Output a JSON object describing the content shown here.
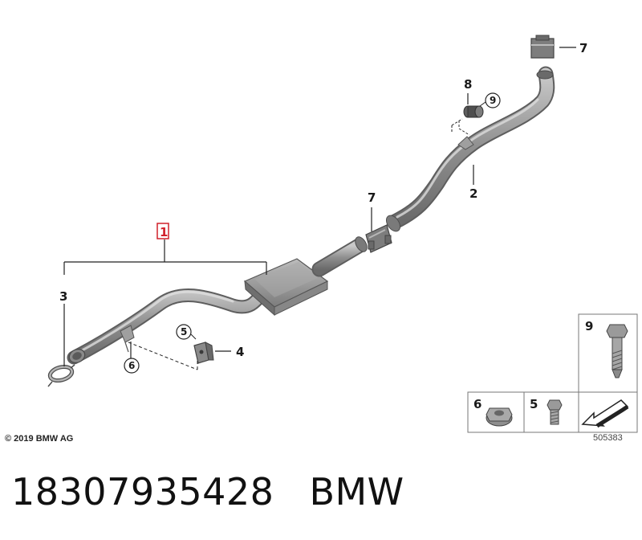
{
  "labels": {
    "part_1": "1",
    "part_2": "2",
    "part_3": "3",
    "part_4": "4",
    "part_5": "5",
    "part_6": "6",
    "part_7_top": "7",
    "part_7_mid": "7",
    "part_8": "8",
    "part_9": "9"
  },
  "legend": {
    "item_9": "9",
    "item_6": "6",
    "item_5": "5"
  },
  "copyright": "© 2019 BMW AG",
  "diagram_number": "505383",
  "footer": {
    "part_number": "18307935428",
    "brand": "BMW"
  },
  "colors": {
    "highlight": "#d0202a",
    "part_fill": "#9a9a9a",
    "part_dark": "#6e6e6e"
  }
}
